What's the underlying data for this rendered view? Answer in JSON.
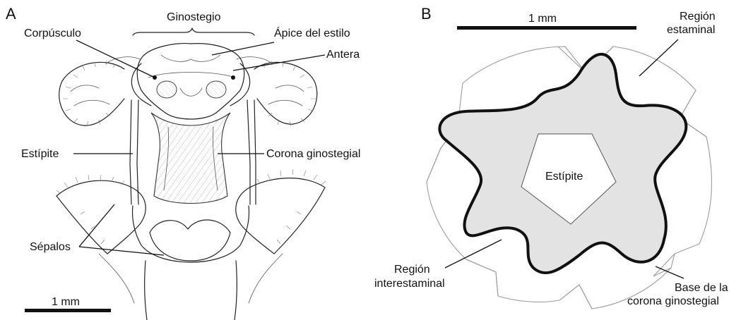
{
  "panel_a": {
    "letter": "A",
    "labels": {
      "ginostegio": "Ginostegio",
      "corpusculo": "Corpúsculo",
      "apice": "Ápice del estilo",
      "antera": "Antera",
      "estipite": "Estípite",
      "corona": "Corona ginostegial",
      "sepalos": "Sépalos"
    },
    "scale_label": "1 mm"
  },
  "panel_b": {
    "letter": "B",
    "labels": {
      "region_estaminal_1": "Región",
      "region_estaminal_2": "estaminal",
      "estipite": "Estípite",
      "region_inter_1": "Región",
      "region_inter_2": "interestaminal",
      "base_1": "Base de la",
      "base_2": "corona ginostegial"
    },
    "scale_label": "1 mm",
    "colors": {
      "fill": "#e3e3e3",
      "outline": "#111111",
      "thin_outline": "#999999"
    }
  }
}
